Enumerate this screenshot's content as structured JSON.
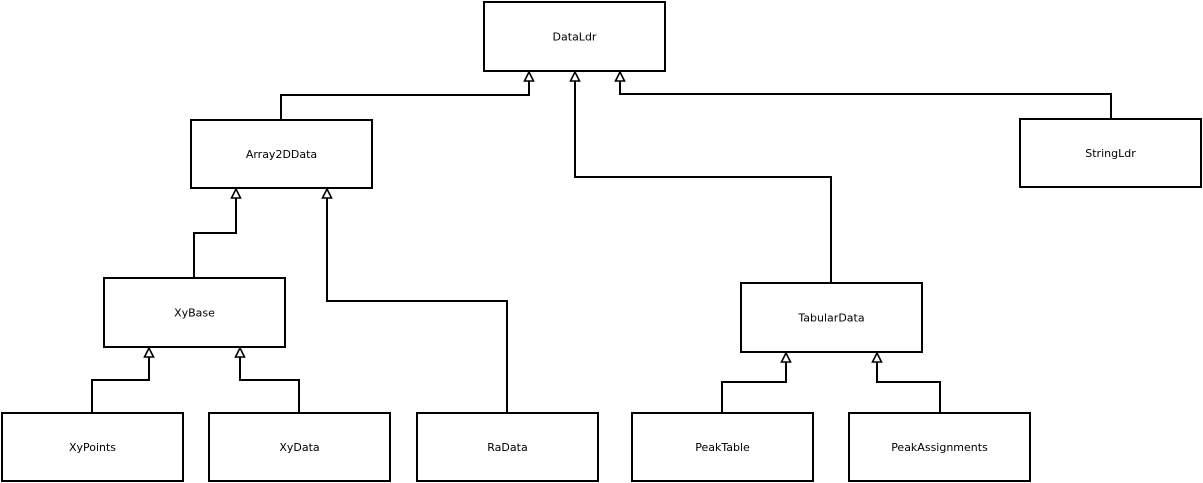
{
  "diagram": {
    "type": "class-hierarchy",
    "nodes": [
      {
        "id": "DataLdr",
        "label": "DataLdr"
      },
      {
        "id": "Array2DData",
        "label": "Array2DData"
      },
      {
        "id": "StringLdr",
        "label": "StringLdr"
      },
      {
        "id": "XyBase",
        "label": "XyBase"
      },
      {
        "id": "TabularData",
        "label": "TabularData"
      },
      {
        "id": "XyPoints",
        "label": "XyPoints"
      },
      {
        "id": "XyData",
        "label": "XyData"
      },
      {
        "id": "RaData",
        "label": "RaData"
      },
      {
        "id": "PeakTable",
        "label": "PeakTable"
      },
      {
        "id": "PeakAssignments",
        "label": "PeakAssignments"
      }
    ],
    "edges": [
      {
        "from": "Array2DData",
        "to": "DataLdr"
      },
      {
        "from": "TabularData",
        "to": "DataLdr"
      },
      {
        "from": "StringLdr",
        "to": "DataLdr"
      },
      {
        "from": "XyBase",
        "to": "Array2DData"
      },
      {
        "from": "RaData",
        "to": "Array2DData"
      },
      {
        "from": "XyPoints",
        "to": "XyBase"
      },
      {
        "from": "XyData",
        "to": "XyBase"
      },
      {
        "from": "PeakTable",
        "to": "TabularData"
      },
      {
        "from": "PeakAssignments",
        "to": "TabularData"
      }
    ]
  }
}
